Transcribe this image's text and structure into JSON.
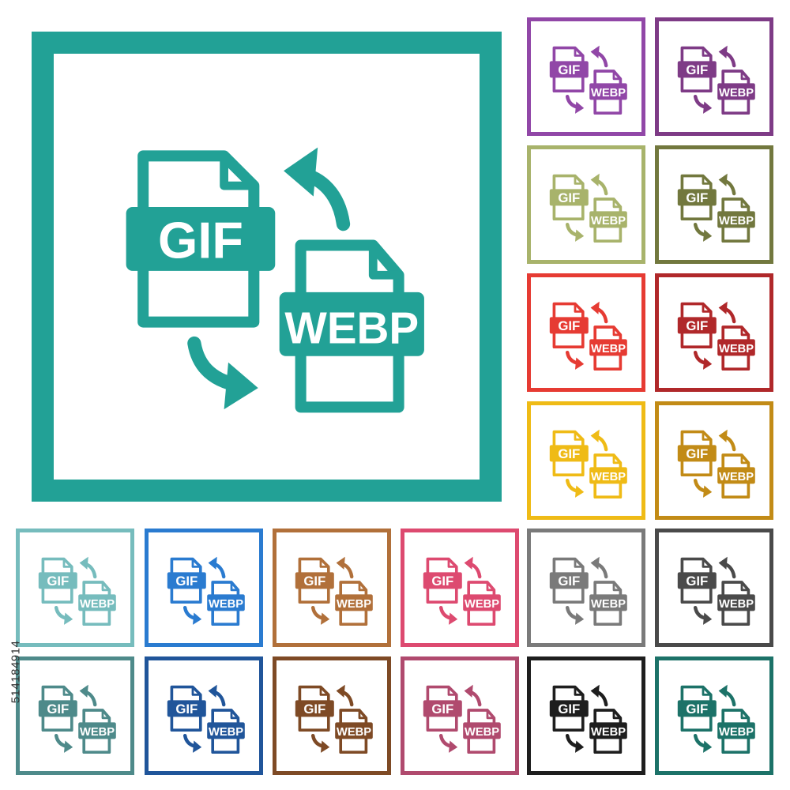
{
  "icon": {
    "name": "gif-to-webp-file-conversion-icon",
    "source_label": "GIF",
    "target_label": "WEBP"
  },
  "tiles": [
    {
      "name": "tile-main-teal",
      "color": "#22a196"
    },
    {
      "name": "tile-purple",
      "color": "#9147a7"
    },
    {
      "name": "tile-dark-purple",
      "color": "#7e3b86"
    },
    {
      "name": "tile-light-olive",
      "color": "#a8b36b"
    },
    {
      "name": "tile-olive",
      "color": "#72783e"
    },
    {
      "name": "tile-red",
      "color": "#e63b33"
    },
    {
      "name": "tile-dark-red",
      "color": "#b0282a"
    },
    {
      "name": "tile-yellow",
      "color": "#efbb16"
    },
    {
      "name": "tile-gold",
      "color": "#c28b16"
    },
    {
      "name": "tile-light-teal",
      "color": "#76bcbd"
    },
    {
      "name": "tile-blue",
      "color": "#2a7bd0"
    },
    {
      "name": "tile-brown",
      "color": "#b1703a"
    },
    {
      "name": "tile-pink",
      "color": "#dd4a70"
    },
    {
      "name": "tile-gray",
      "color": "#7a7a7a"
    },
    {
      "name": "tile-dark-gray",
      "color": "#4a4a4a"
    },
    {
      "name": "tile-slate-teal",
      "color": "#4e8a8a"
    },
    {
      "name": "tile-navy",
      "color": "#20559a"
    },
    {
      "name": "tile-dark-brown",
      "color": "#7e4a25"
    },
    {
      "name": "tile-mauve",
      "color": "#b04a6e"
    },
    {
      "name": "tile-black",
      "color": "#1e1e1e"
    },
    {
      "name": "tile-dark-teal",
      "color": "#1c7268"
    }
  ],
  "stock_id": "514184914"
}
